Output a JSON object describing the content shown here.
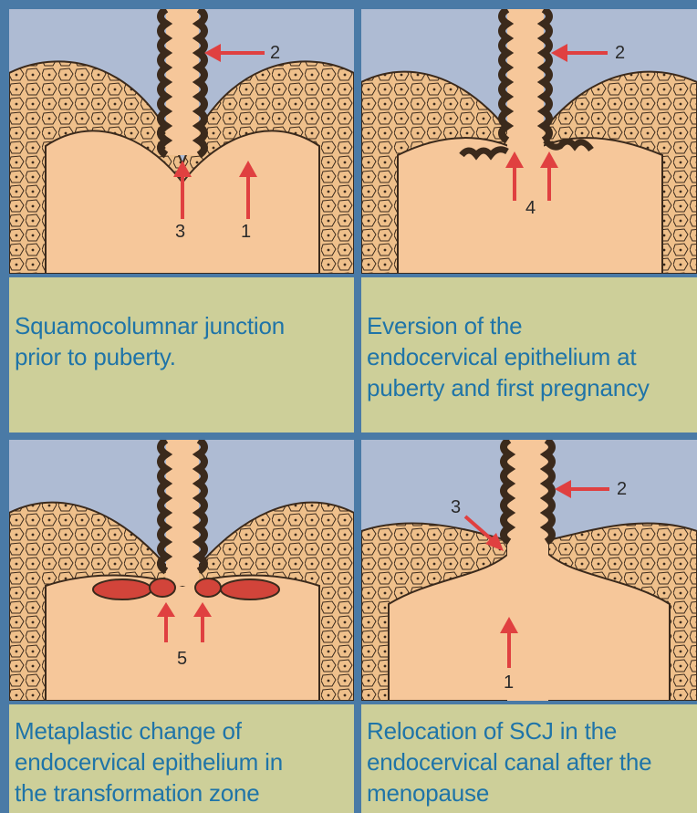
{
  "colors": {
    "background": "#aebbd3",
    "tissue": "#f6c79a",
    "squamous_cells": "#efc08b",
    "columnar_epithelium": "#d99a70",
    "metaplasia": "#d2443a",
    "arrow": "#e04040",
    "caption_bg": "#cdcf99",
    "caption_text": "#1f74a8"
  },
  "panels": [
    {
      "caption": "Squamocolumnar junction\nprior to puberty.",
      "labels": [
        "2",
        "3",
        "1"
      ]
    },
    {
      "caption": "Eversion of the\nendocervical epithelium at\npuberty and first pregnancy",
      "labels": [
        "2",
        "4"
      ]
    },
    {
      "caption": "Metaplastic change of\nendocervical epithelium in\nthe transformation zone",
      "labels": [
        "5"
      ]
    },
    {
      "caption": "Relocation of SCJ in the\nendocervical canal after the\nmenopause",
      "labels": [
        "3",
        "2",
        "1"
      ]
    }
  ]
}
